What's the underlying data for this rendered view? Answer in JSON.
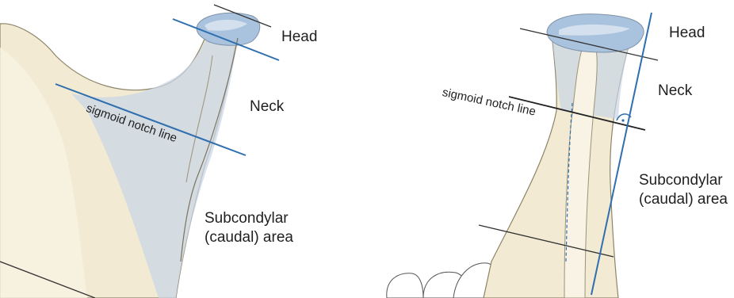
{
  "left_panel": {
    "head_label": "Head",
    "neck_label": "Neck",
    "sigmoid_label": "sigmoid notch line",
    "subcondylar_line1": "Subcondylar",
    "subcondylar_line2": "(caudal) area"
  },
  "right_panel": {
    "head_label": "Head",
    "neck_label": "Neck",
    "sigmoid_label": "sigmoid notch line",
    "subcondylar_line1": "Subcondylar",
    "subcondylar_line2": "(caudal) area"
  },
  "colors": {
    "bone": "#f2ead3",
    "bone_light": "#f8f3e4",
    "region_blue": "#c9d6e6",
    "head_blue": "#a9c3de",
    "line_blue": "#2f6fb0",
    "line_dark": "#333333"
  }
}
